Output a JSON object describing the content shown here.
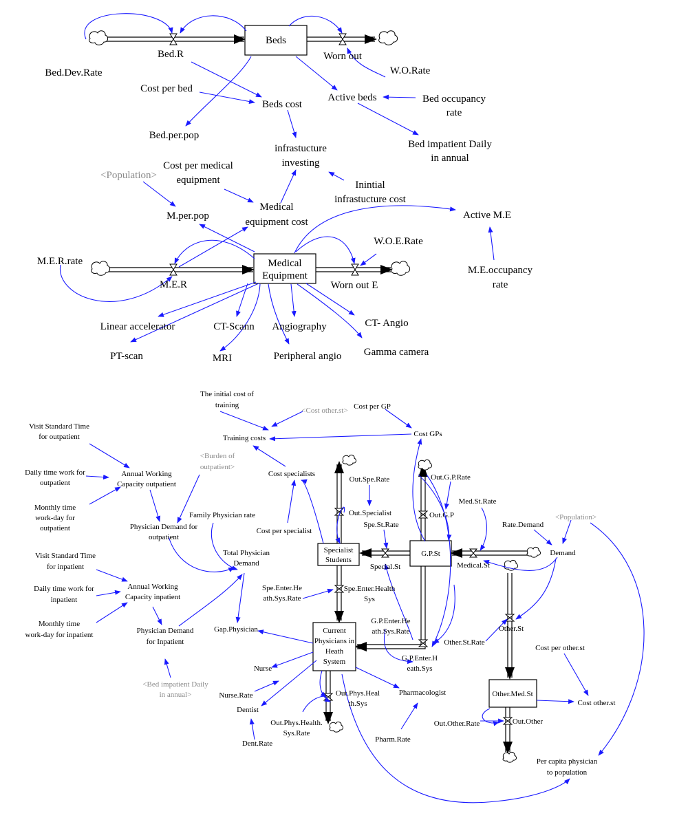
{
  "stocks": {
    "beds": "Beds",
    "medical_equipment": [
      "Medical",
      "Equipment"
    ],
    "specialist_students": [
      "Specialist",
      "Students"
    ],
    "gp_st": "G.P.St",
    "current_physicians": [
      "Current",
      "Physicians in",
      "Heath",
      "System"
    ],
    "other_med_st": "Other.Med.St"
  },
  "top_diagram": {
    "bed_r": "Bed.R",
    "bed_dev_rate": "Bed.Dev.Rate",
    "worn_out": "Worn out",
    "wo_rate": "W.O.Rate",
    "cost_per_bed": "Cost per bed",
    "beds_cost": "Beds cost",
    "active_beds": "Active beds",
    "bed_occupancy_rate": [
      "Bed occupancy",
      "rate"
    ],
    "bed_per_pop": "Bed.per.pop",
    "bed_impatient_daily": [
      "Bed impatient Daily",
      "in annual"
    ],
    "infrastructure_investing": [
      "infrastucture",
      "investing"
    ],
    "population": "<Population>",
    "cost_per_medical_equipment": [
      "Cost per medical",
      "equipment"
    ],
    "initial_infrastructure_cost": [
      "Inintial",
      "infrastucture cost"
    ],
    "m_per_pop": "M.per.pop",
    "medical_equipment_cost": [
      "Medical",
      "equipment cost"
    ],
    "active_me": "Active M.E",
    "woe_rate": "W.O.E.Rate",
    "mer_rate": "M.E.R.rate",
    "mer": "M.E.R",
    "worn_out_e": "Worn out E",
    "me_occupancy_rate": [
      "M.E.occupancy",
      "rate"
    ],
    "linear_accelerator": "Linear accelerator",
    "ct_scann": "CT-Scann",
    "angiography": "Angiography",
    "ct_angio": "CT- Angio",
    "pt_scan": "PT-scan",
    "mri": "MRI",
    "peripheral_angio": "Peripheral angio",
    "gamma_camera": "Gamma camera"
  },
  "bottom_diagram": {
    "initial_cost_training": [
      "The initial cost of",
      "training"
    ],
    "cost_other_st_ghost": "<Cost other.st>",
    "cost_per_gp": "Cost per GP",
    "training_costs": "Training costs",
    "cost_gps": "Cost GPs",
    "visit_std_outpatient": [
      "Visit Standard Time",
      "for outpatient"
    ],
    "burden_outpatient": [
      "<Burden of",
      "outpatient>"
    ],
    "daily_time_outpatient": [
      "Daily time work for",
      "outpatient"
    ],
    "annual_capacity_outpatient": [
      "Annual Working",
      "Capacity outpatient"
    ],
    "cost_specialists": "Cost specialists",
    "monthly_time_outpatient": [
      "Monthly time",
      "work-day for",
      "outpatient"
    ],
    "family_physician_rate": "Family Physician rate",
    "physician_demand_outpatient": [
      "Physician Demand for",
      "outpatient"
    ],
    "cost_per_specialist": "Cost per specialist",
    "out_spe_rate": "Out.Spe.Rate",
    "out_specialist": "Out.Specialist",
    "spe_st_rate": "Spe.St.Rate",
    "out_gp_rate": "Out.G.P.Rate",
    "out_gp": "Out.G.P",
    "med_st_rate": "Med.St.Rate",
    "population2": "<Population>",
    "rate_demand": "Rate.Demand",
    "demand": "Demand",
    "special_st": "Special.St",
    "medical_st": "Medical.St",
    "total_physician_demand": [
      "Total Physician",
      "Demand"
    ],
    "visit_std_inpatient": [
      "Visit Standard Time",
      "for inpatient"
    ],
    "daily_time_inpatient": [
      "Daily time work for",
      "inpatient"
    ],
    "annual_capacity_inpatient": [
      "Annual Working",
      "Capacity inpatient"
    ],
    "monthly_time_inpatient": [
      "Monthly time",
      "work-day for inpatient"
    ],
    "physician_demand_inpatient": [
      "Physician Demand",
      "for Inpatient"
    ],
    "spe_enter_heath_sys_rate": [
      "Spe.Enter.He",
      "ath.Sys.Rate"
    ],
    "spe_enter_health_sys": [
      "Spe.Enter.Health",
      "Sys"
    ],
    "gp_enter_heath_sys_rate": [
      "G.P.Enter.He",
      "ath.Sys.Rate"
    ],
    "other_st": "Other.St",
    "gap_physician": "Gap.Physician",
    "other_st_rate": "Other.St.Rate",
    "cost_per_other_st": "Cost per other.st",
    "gp_enter_heath_sys": [
      "G.P.Enter.H",
      "eath.Sys"
    ],
    "nurse": "Nurse",
    "bed_impatient_ghost": [
      "<Bed impatient Daily",
      "in annual>"
    ],
    "nurse_rate": "Nurse.Rate",
    "out_phys_health_sys": [
      "Out.Phys.Heal",
      "th.Sys"
    ],
    "pharmacologist": "Pharmacologist",
    "cost_other_st": "Cost other.st",
    "dentist": "Dentist",
    "out_other_rate": "Out.Other.Rate",
    "out_other": "Out.Other",
    "out_phys_health_sys_rate": [
      "Out.Phys.Health.",
      "Sys.Rate"
    ],
    "pharm_rate": "Pharm.Rate",
    "dent_rate": "Dent.Rate",
    "per_capita_physician": [
      "Per capita physician",
      "to population"
    ]
  },
  "colors": {
    "link": "#1a1aff",
    "ghost": "#8a8a8a",
    "pipe": "#000000"
  }
}
